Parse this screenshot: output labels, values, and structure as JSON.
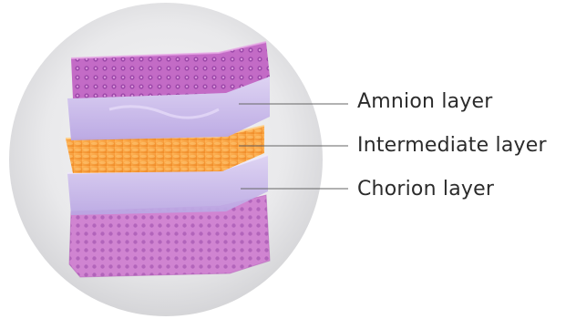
{
  "labels": {
    "amnion": "Amnion layer",
    "intermediate": "Intermediate layer",
    "chorion": "Chorion layer"
  },
  "colors": {
    "amnion_tissue": "#c26bc8",
    "amnion_membrane": "#c8b6ea",
    "intermediate": "#f59a3c",
    "chorion_membrane": "#cdbfee",
    "chorion_tissue": "#c86fca",
    "circle_background": "#e4e4e6",
    "leader_line": "#666666",
    "label_text": "#2b2b2b"
  }
}
